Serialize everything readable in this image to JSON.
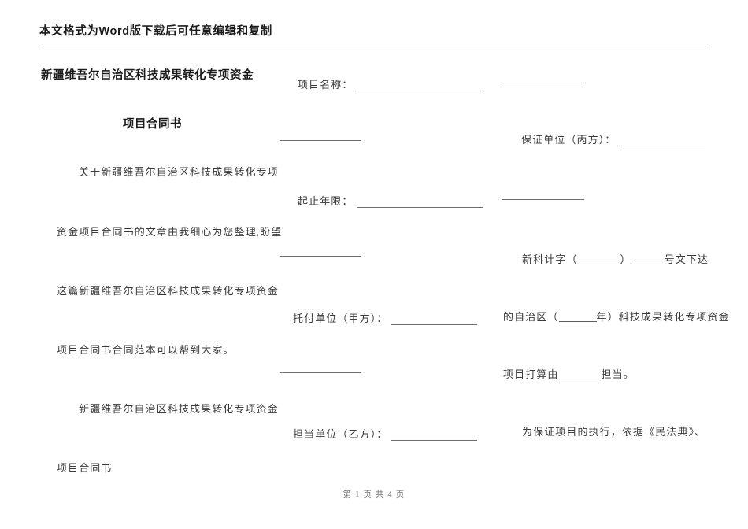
{
  "header": {
    "banner_text": "本文格式为Word版下载后可任意编辑和复制"
  },
  "left_column": {
    "title": "新疆维吾尔自治区科技成果转化专项资金",
    "subtitle": "项目合同书",
    "paragraphs": [
      "关于新疆维吾尔自治区科技成果转化专项",
      "资金项目合同书的文章由我细心为您整理,盼望",
      "这篇新疆维吾尔自治区科技成果转化专项资金",
      "项目合同书合同范本可以帮到大家。",
      "新疆维吾尔自治区科技成果转化专项资金",
      "项目合同书"
    ]
  },
  "middle_column": {
    "fields": [
      {
        "label": "项目名称："
      },
      {
        "label": "起止年限："
      },
      {
        "label": "托付单位（甲方）："
      },
      {
        "label": "担当单位（乙方）："
      }
    ]
  },
  "right_column": {
    "fields": [
      {
        "label": "保证单位（丙方）："
      }
    ],
    "lines": [
      {
        "prefix": "新科计字（",
        "mid": "）",
        "suffix": "号文下达"
      },
      {
        "prefix": "的自治区（",
        "mid": "年）科技成果转化专项资金",
        "suffix": ""
      },
      {
        "prefix": "项目打算由",
        "mid": "担当。",
        "suffix": ""
      },
      {
        "prefix": "为保证项目的执行，依据《民法典》、",
        "mid": "",
        "suffix": ""
      }
    ]
  },
  "footer": {
    "page_text": "第 1 页 共 4 页"
  }
}
